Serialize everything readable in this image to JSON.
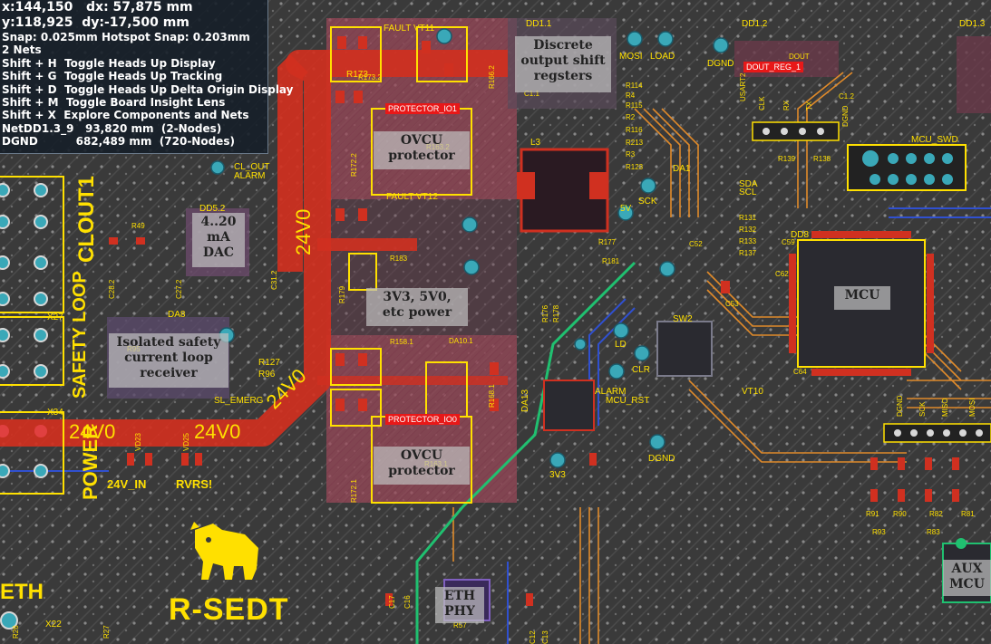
{
  "hud": {
    "coord_x": "x:144,150",
    "coord_dx": "dx: 57,875 mm",
    "coord_y": "y:118,925",
    "coord_dy": "dy:-17,500 mm",
    "snap": "Snap: 0.025mm Hotspot Snap: 0.203mm",
    "nets_count": "2 Nets",
    "shortcuts": [
      "Shift + H  Toggle Heads Up Display",
      "Shift + G  Toggle Heads Up Tracking",
      "Shift + D  Toggle Heads Up Delta Origin Display",
      "Shift + M  Toggle Board Insight Lens",
      "Shift + X  Explore Components and Nets"
    ],
    "net1": "NetDD1.3_9   93,820 mm  (2-Nodes)",
    "net2": "DGND          682,489 mm  (720-Nodes)"
  },
  "block_labels": {
    "discrete": "Discrete output shift regsters",
    "ovcu_top": "OVCU protector",
    "dac": "4..20 mA DAC",
    "power": "3V3, 5V0, etc power",
    "mcu": "MCU",
    "isolated": "Isolated safety current loop receiver",
    "ovcu_bottom": "OVCU protector",
    "eth_phy": "ETH PHY",
    "aux_mcu": "AUX MCU"
  },
  "net_tags": {
    "protector_io1": "PROTECTOR_IO1",
    "protector_io0": "PROTECTOR_IO0",
    "dout_reg": "DOUT_REG_1"
  },
  "silk": {
    "clout1": "CLOUT1",
    "safety_loop": "SAFETY LOOP",
    "power": "POWER",
    "v24_in": "24V_IN",
    "rvrs": "RVRS!",
    "eth": "ETH",
    "logo": "R-SEDT",
    "v24_vertical": "24V0",
    "v24_bottom1": "24V0",
    "v24_bottom2": "24V0",
    "v24_diag": "24V0",
    "dd11": "DD1.1",
    "dd12": "DD1.2",
    "dd13": "DD1.3",
    "mosi": "MOSI",
    "load": "LOAD",
    "dgnd": "DGND",
    "l3": "L3",
    "da1": "DA1",
    "alarm": "ALARM",
    "mcu_rst": "MCU_RST",
    "clr": "CLR",
    "ld": "LD",
    "sck": "SCK",
    "v3v3": "3V3",
    "mcu_swd": "MCU_SWD",
    "sw2": "SW2",
    "da8": "DA8",
    "da13": "DA13",
    "x27": "X27",
    "x34": "X34",
    "x22": "X22",
    "dd5": "DD5.2",
    "cl_out_alarm": "CL_OUT ALARM",
    "sl_emerg": "SL_EMERG",
    "fault_vt11": "FAULT VT11",
    "fault_vt12": "FAULT VT12",
    "vt10": "VT10",
    "dd8": "DD8",
    "usart2": "USART2",
    "clk": "CLK",
    "rx": "RX",
    "tx": "TX",
    "sda": "SDA",
    "scl": "SCL",
    "v5": "5V",
    "r173": "R173",
    "r127": "R127",
    "r96": "R96"
  },
  "colors": {
    "board": "#3a3a3a",
    "copper_red": "#d03020",
    "silk_yellow": "#ffe000",
    "pad_teal": "#3aa8b8",
    "trace_green": "#20c070",
    "trace_orange": "#e08a2a",
    "trace_blue": "#4060d0",
    "region_pink": "#b05a6a"
  }
}
